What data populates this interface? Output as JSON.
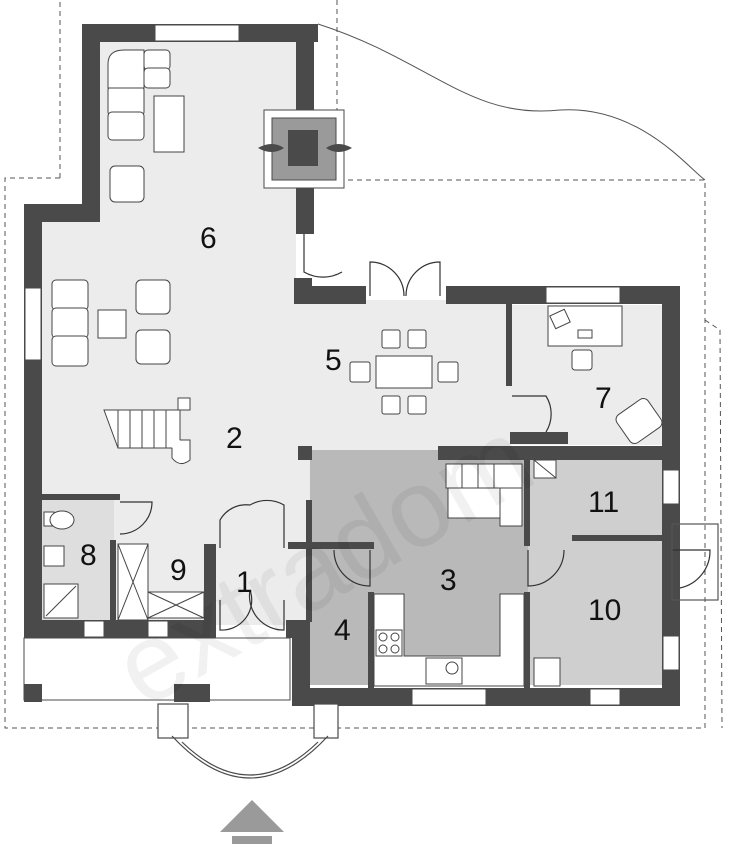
{
  "plan": {
    "watermark": "extradom",
    "colors": {
      "wall": "#4a4a4a",
      "floor_light": "#ececec",
      "floor_dark": "#b9b9b9",
      "floor_mid": "#cfcfcf",
      "dash": "#555555",
      "arrow": "#9a9a9a"
    },
    "rooms": [
      {
        "id": "r1",
        "label": "1"
      },
      {
        "id": "r2",
        "label": "2"
      },
      {
        "id": "r3",
        "label": "3"
      },
      {
        "id": "r4",
        "label": "4"
      },
      {
        "id": "r5",
        "label": "5"
      },
      {
        "id": "r6",
        "label": "6"
      },
      {
        "id": "r7",
        "label": "7"
      },
      {
        "id": "r8",
        "label": "8"
      },
      {
        "id": "r9",
        "label": "9"
      },
      {
        "id": "r10",
        "label": "10"
      },
      {
        "id": "r11",
        "label": "11"
      }
    ],
    "entrance_icon": "up-arrow-icon"
  }
}
